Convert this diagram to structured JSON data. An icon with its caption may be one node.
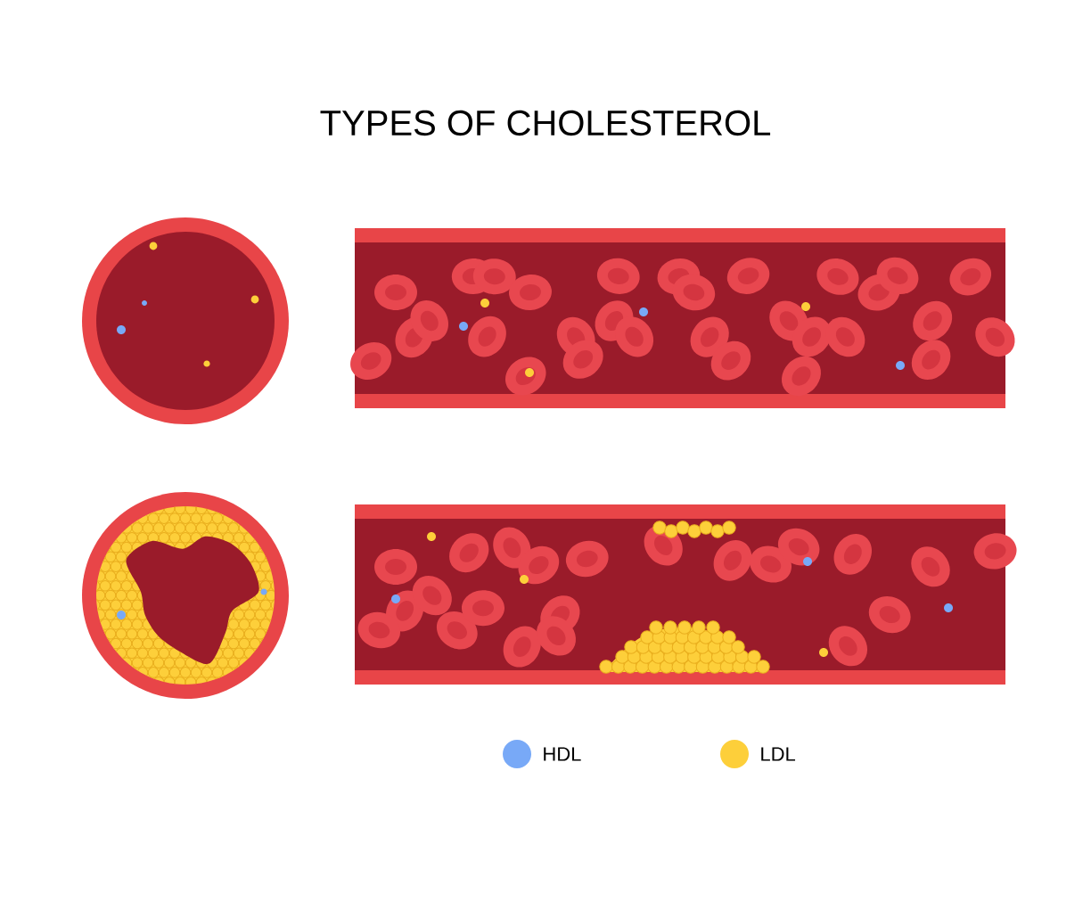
{
  "diagram": {
    "title": "TYPES OF CHOLESTEROL",
    "legend": [
      {
        "text": "HDL",
        "color": "#78a9f7"
      },
      {
        "text": "LDL",
        "color": "#fdcf3a"
      }
    ]
  }
}
